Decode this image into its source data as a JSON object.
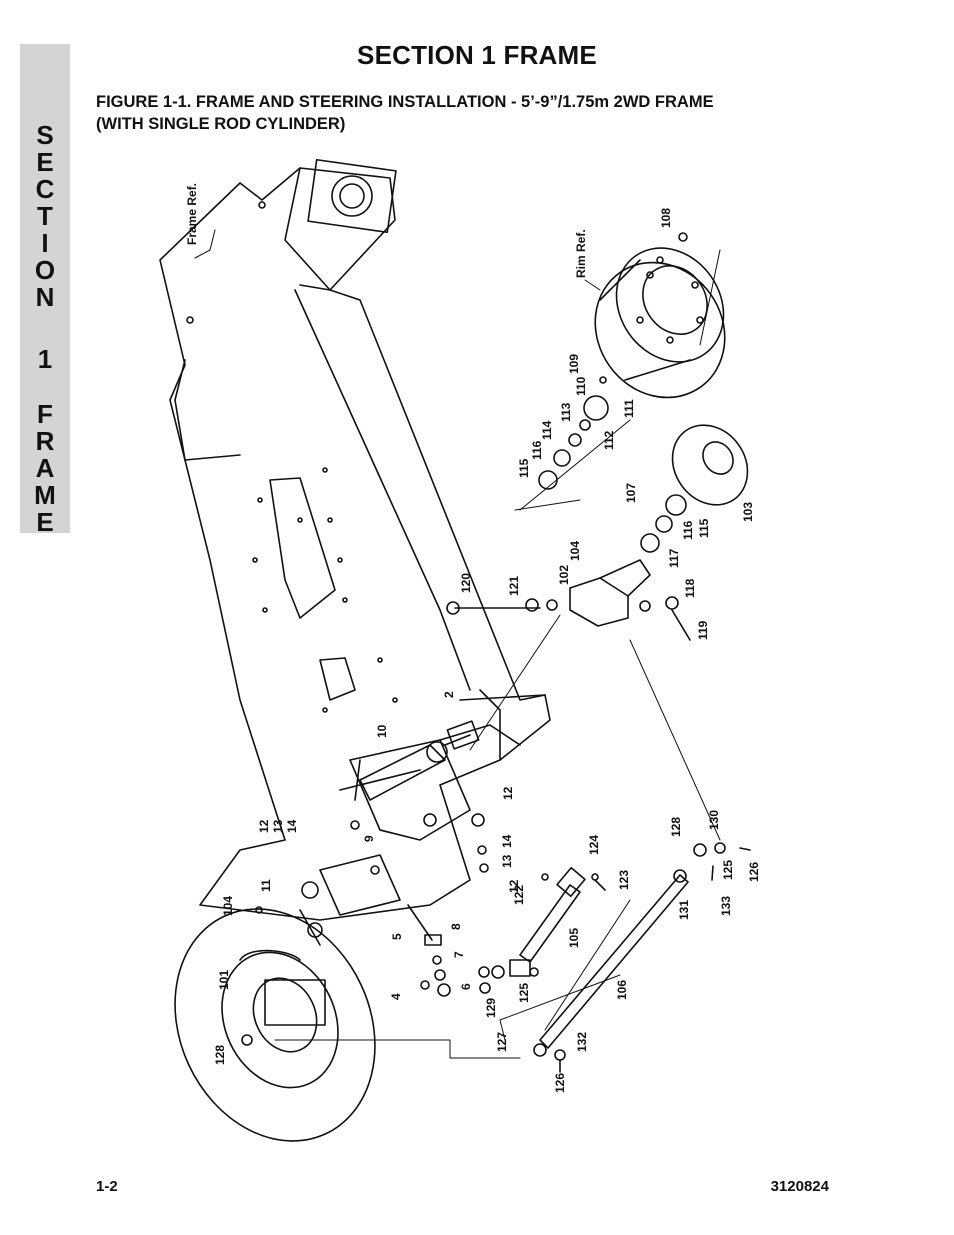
{
  "side_tab": {
    "letters": [
      "S",
      "E",
      "C",
      "T",
      "I",
      "O",
      "N",
      "1",
      "F",
      "R",
      "A",
      "M",
      "E"
    ]
  },
  "header": {
    "title": "SECTION 1  FRAME",
    "caption_line1": "FIGURE 1-1.    FRAME AND STEERING INSTALLATION - 5’-9”/1.75m 2WD FRAME",
    "caption_line2": "(WITH SINGLE ROD CYLINDER)"
  },
  "diagram": {
    "ref_labels": {
      "frame_ref": "Frame Ref.",
      "rim_ref": "Rim Ref."
    },
    "part_numbers": [
      "108",
      "109",
      "110",
      "111",
      "112",
      "113",
      "114",
      "116",
      "115",
      "107",
      "103",
      "115",
      "116",
      "117",
      "104",
      "102",
      "120",
      "121",
      "118",
      "119",
      "2",
      "10",
      "12",
      "12",
      "13",
      "14",
      "9",
      "14",
      "13",
      "12",
      "11",
      "104",
      "5",
      "8",
      "7",
      "6",
      "4",
      "101",
      "128",
      "124",
      "123",
      "122",
      "105",
      "125",
      "129",
      "127",
      "132",
      "126",
      "128",
      "130",
      "125",
      "126",
      "133",
      "131",
      "106"
    ]
  },
  "footer": {
    "page": "1-2",
    "doc_number": "3120824"
  }
}
